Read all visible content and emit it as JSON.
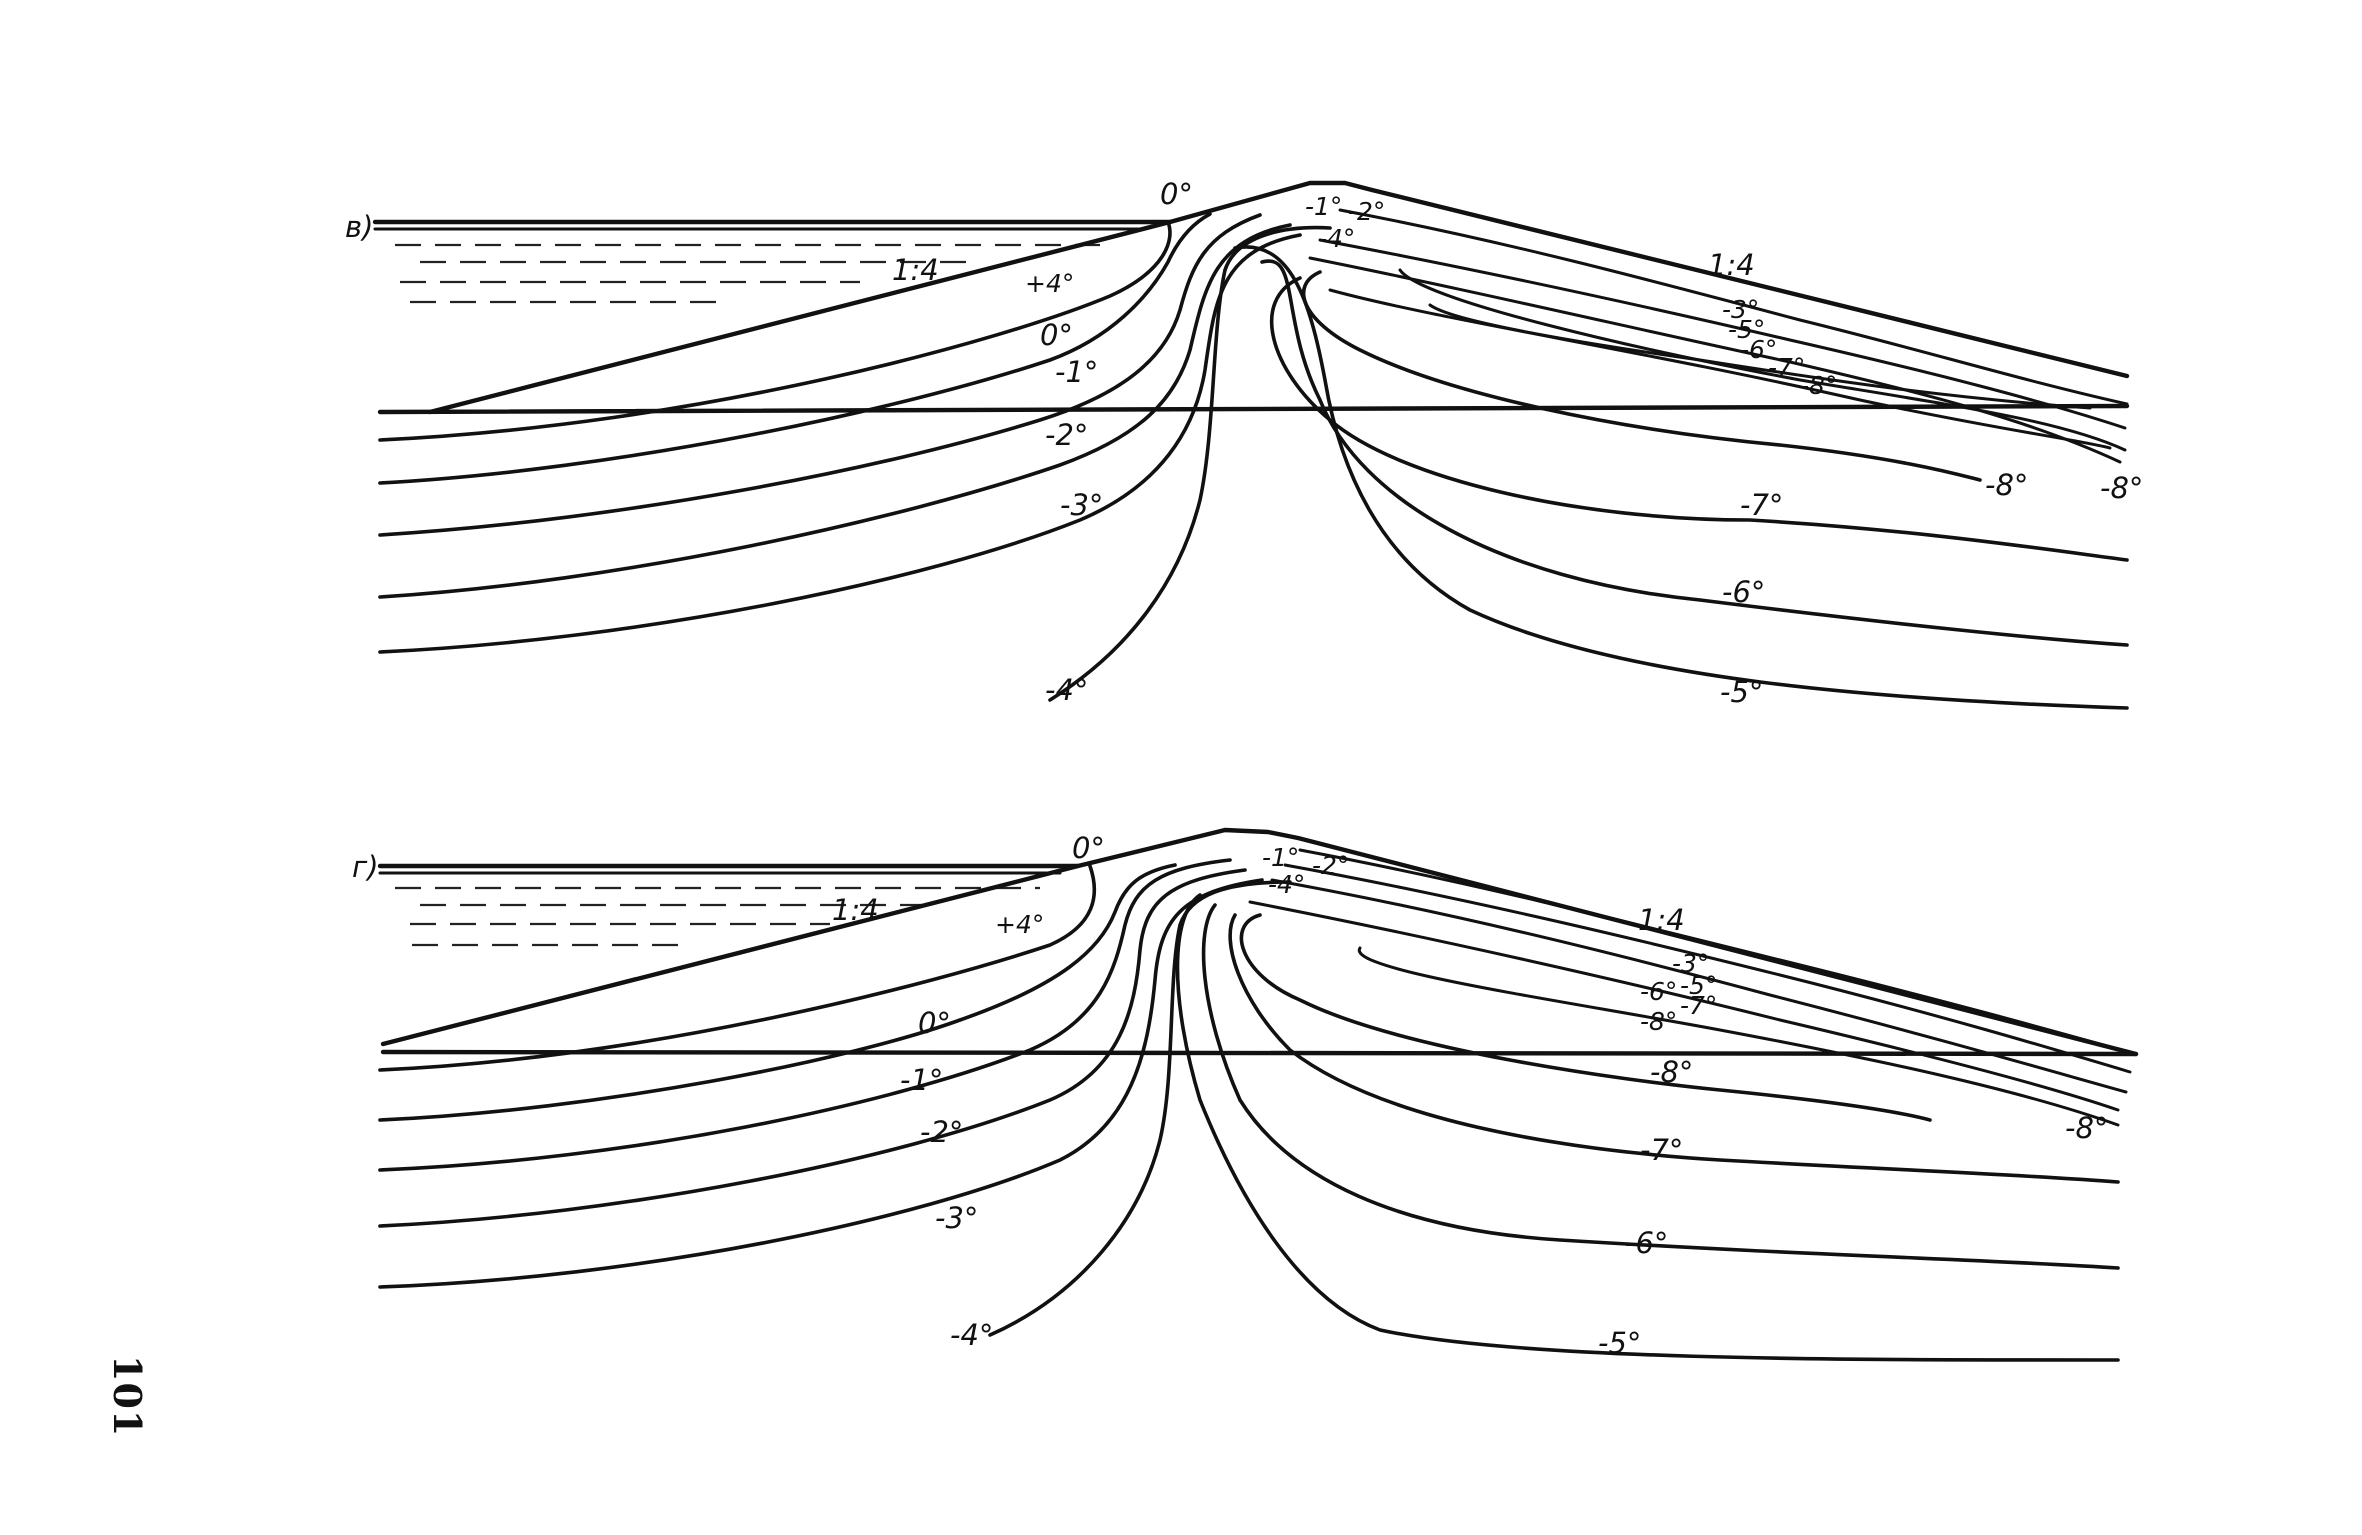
{
  "page_number": "101",
  "panels": [
    {
      "label": "в)",
      "slope_upstream": "1:4",
      "slope_downstream": "1:4",
      "isotherms": {
        "zero_crest": "0°",
        "m1_top": "-1°",
        "m2_top": "-2°",
        "m4_top": "-4°",
        "p4": "+4°",
        "z0": "0°",
        "m1": "-1°",
        "m2": "-2°",
        "m3": "-3°",
        "m4": "-4°",
        "m3r": "-3°",
        "m5r": "-5°",
        "m6r": "-6°",
        "m7r": "-7°",
        "m8r": "-8°",
        "m8a": "-8°",
        "m8b": "-8°",
        "m7": "-7°",
        "m6": "-6°",
        "m5": "-5°"
      }
    },
    {
      "label": "г)",
      "slope_upstream": "1:4",
      "slope_downstream": "1:4",
      "isotherms": {
        "zero_crest": "0°",
        "m1_top": "-1°",
        "m2_top": "-2°",
        "m4_top": "-4°",
        "p4": "+4°",
        "z0": "0°",
        "m1": "-1°",
        "m2": "-2°",
        "m3": "-3°",
        "m4": "-4°",
        "m3r": "-3°",
        "m5r": "-5°",
        "m6r": "-6°",
        "m7r": "-7°",
        "m8r": "-8°",
        "m8c": "-8°",
        "m8a": "-8°",
        "m7": "-7°",
        "m6": "-6°",
        "m5": "-5°"
      }
    }
  ]
}
